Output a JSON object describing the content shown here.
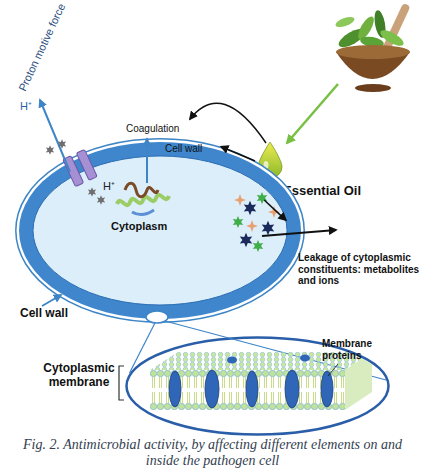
{
  "diagram": {
    "caption": "Fig. 2. Antimicrobial activity, by affecting different elements on and inside the pathogen cell",
    "nodes": [
      {
        "text": [
          "Essential Oil"
        ]
      },
      {
        "text": [
          "Cell wall"
        ]
      },
      {
        "text": [
          "Cytoplasm"
        ],
        "in": 1
      },
      {
        "text": [
          "Cytoplasmic membrane"
        ]
      }
    ],
    "edges": [
      {
        "from": 0,
        "to": 1,
        "arrow": "to"
      },
      {
        "from": 0,
        "to": 2,
        "arrow": "to"
      },
      {
        "from": 1,
        "to": 3,
        "arrow": "none"
      }
    ],
    "labels": [
      "Proton motive force",
      "H⁺",
      "H⁺",
      "Coagulation",
      "Leakage of cytoplasmic constituents: metabolites and ions",
      "Cell wall",
      "Membrane proteins"
    ]
  }
}
